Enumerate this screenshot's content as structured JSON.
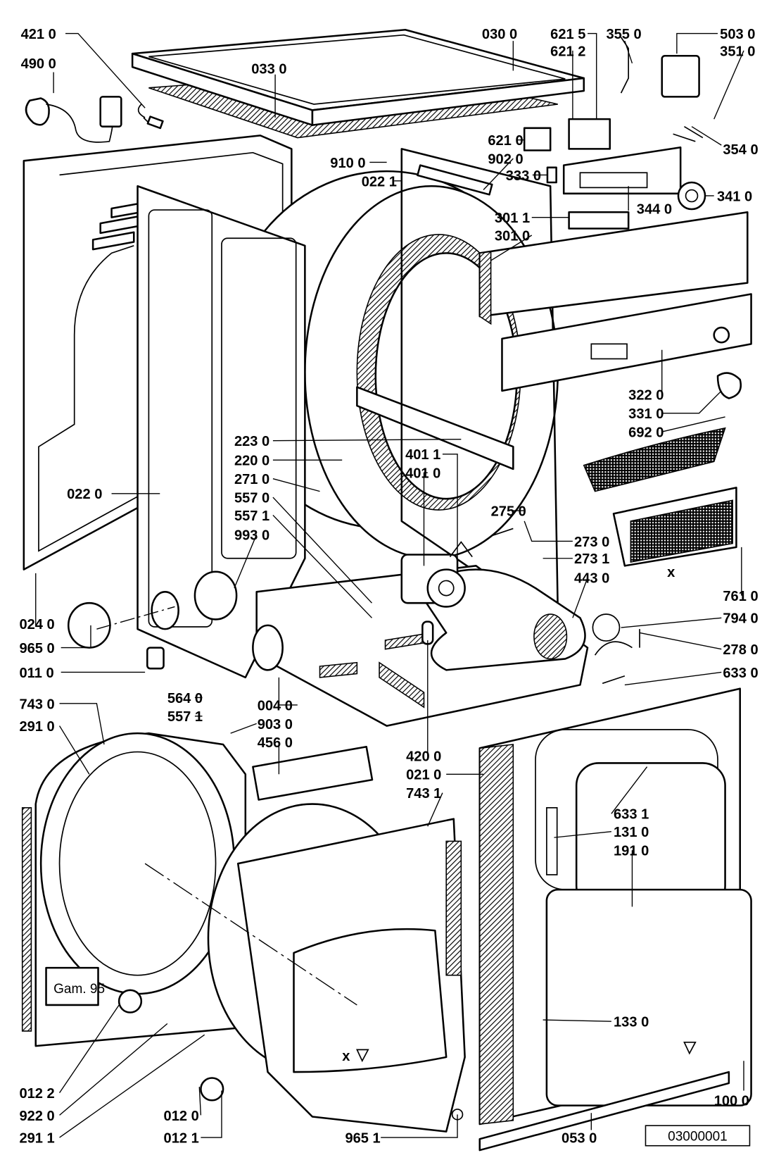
{
  "diagram": {
    "labels": [
      "421 0",
      "490 0",
      "033 0",
      "030 0",
      "621 5",
      "621 2",
      "355 0",
      "503 0",
      "351 0",
      "354 0",
      "621 0",
      "902 0",
      "910 0",
      "022 1",
      "333 0",
      "344 0",
      "341 0",
      "301 1",
      "301 0",
      "322 0",
      "331 0",
      "692 0",
      "223 0",
      "220 0",
      "271 0",
      "557 0",
      "557 1",
      "993 0",
      "401 1",
      "401 0",
      "275 0",
      "273 0",
      "273 1",
      "443 0",
      "022 0",
      "761 0",
      "794 0",
      "278 0",
      "633 0",
      "024 0",
      "965 0",
      "011 0",
      "743 0",
      "291 0",
      "564 0",
      "557 1",
      "004 0",
      "903 0",
      "456 0",
      "420 0",
      "021 0",
      "743 1",
      "633 1",
      "131 0",
      "191 0",
      "133 0",
      "012 2",
      "922 0",
      "291 1",
      "012 0",
      "012 1",
      "965 1",
      "053 0",
      "100 0"
    ],
    "marker_x": "x",
    "drawing_reference": "03000001",
    "side_panel_inscription": "Gam. 95"
  }
}
